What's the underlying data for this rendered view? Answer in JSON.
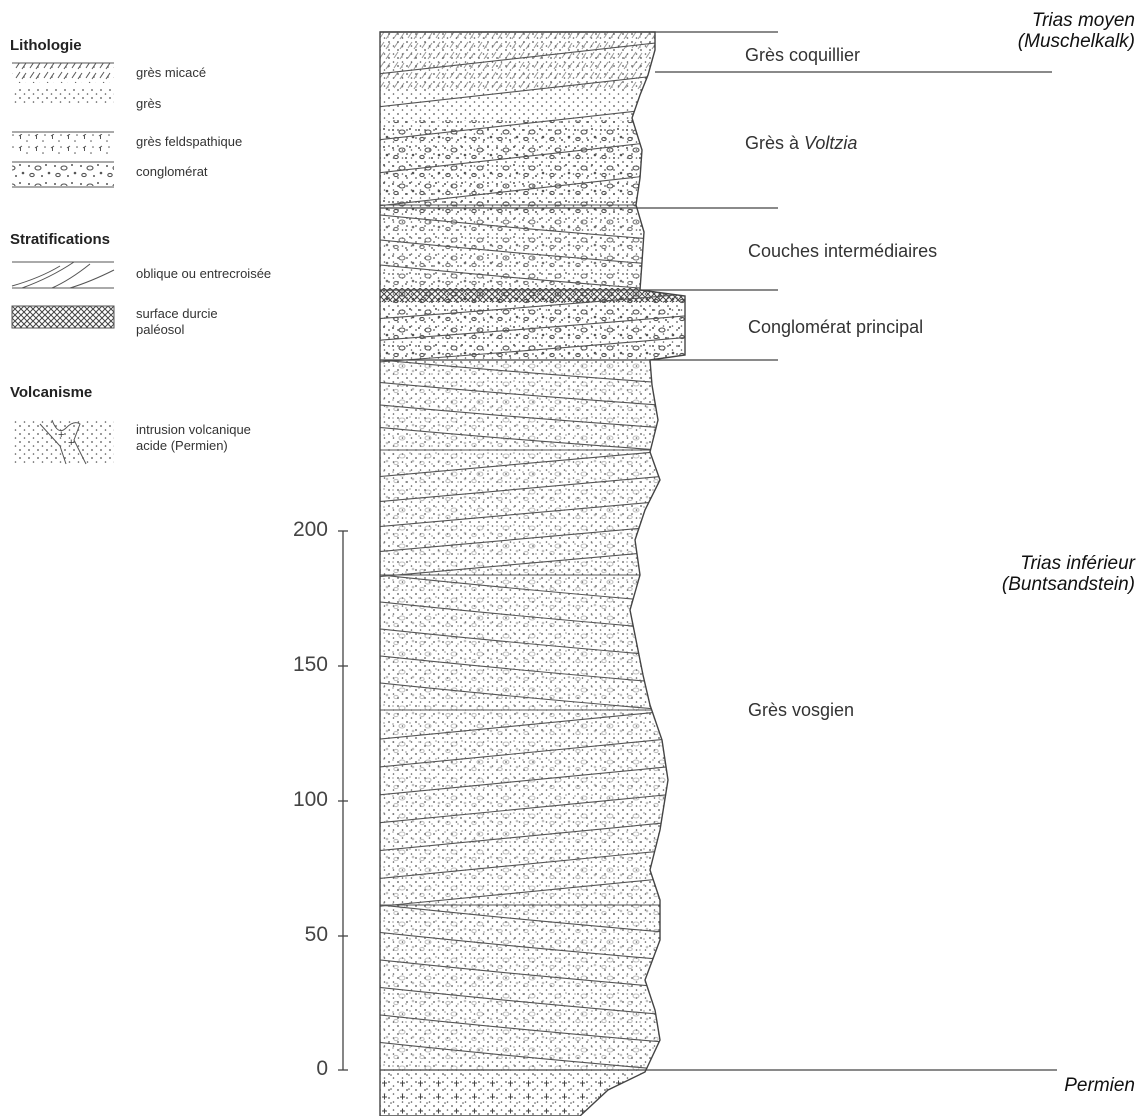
{
  "legend": {
    "lithology": {
      "title": "Lithologie",
      "items": [
        {
          "label": "grès micacé"
        },
        {
          "label": "grès"
        },
        {
          "label": "grès feldspathique"
        },
        {
          "label": "conglomérat"
        }
      ]
    },
    "stratification": {
      "title": "Stratifications",
      "items": [
        {
          "label": "oblique ou entrecroisée"
        },
        {
          "label_line1": "surface durcie",
          "label_line2": "paléosol"
        }
      ]
    },
    "volcanism": {
      "title": "Volcanisme",
      "items": [
        {
          "label_line1": "intrusion volcanique",
          "label_line2": "acide (Permien)"
        }
      ]
    }
  },
  "units": [
    {
      "id": "gres-coquillier",
      "label": "Grès coquillier"
    },
    {
      "id": "gres-voltzia",
      "label": "Grès à ",
      "label_italic": "Voltzia"
    },
    {
      "id": "couches-intermediaires",
      "label": "Couches intermédiaires"
    },
    {
      "id": "conglomerat-principal",
      "label": "Conglomérat principal"
    },
    {
      "id": "gres-vosgien",
      "label": "Grès vosgien"
    }
  ],
  "periods": [
    {
      "id": "trias-moyen",
      "line1": "Trias moyen",
      "line2": "(Muschelkalk)"
    },
    {
      "id": "trias-inferieur",
      "line1": "Trias inférieur",
      "line2": "(Buntsandstein)"
    },
    {
      "id": "permien",
      "line1": "Permien"
    }
  ],
  "scale": {
    "ticks": [
      "200",
      "150",
      "100",
      "50",
      "0"
    ]
  },
  "colors": {
    "ink": "#222222",
    "line": "#555555",
    "paleosol_fill": "#bbbbbb"
  }
}
